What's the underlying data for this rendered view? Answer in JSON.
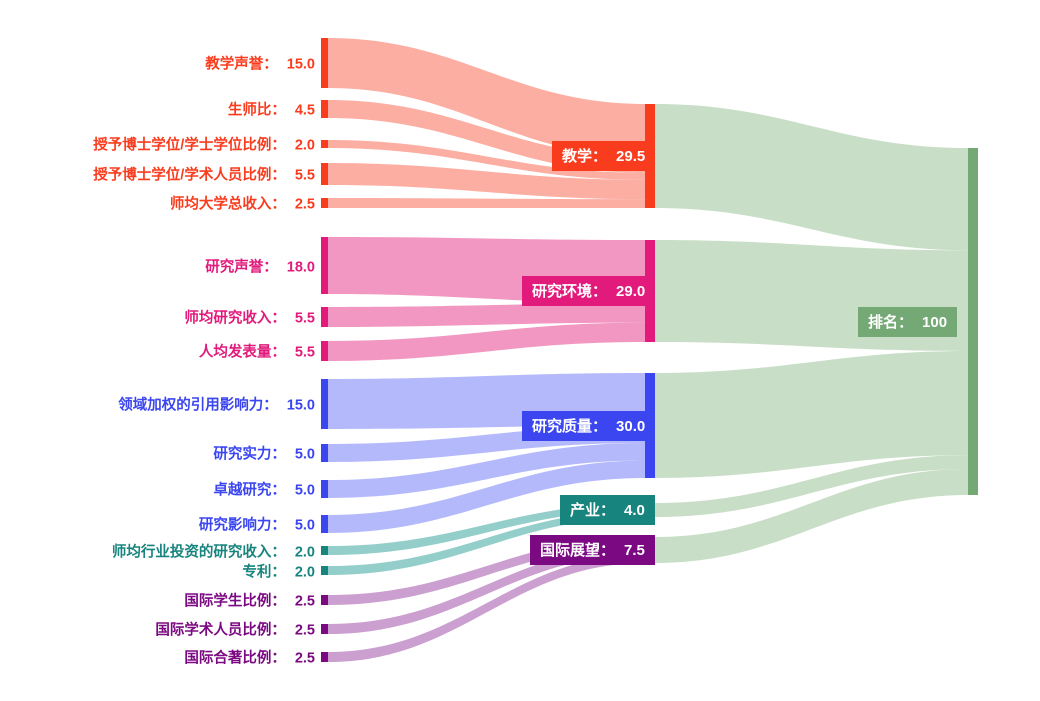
{
  "chart_data": {
    "type": "sankey",
    "title": "",
    "colors": {
      "teaching": "#fa3c1e",
      "teaching_link": "#fb9c8e",
      "research_env": "#e21a7b",
      "research_env_link": "#ef7fb4",
      "research_quality": "#3b46f0",
      "research_quality_link": "#a3a9fb",
      "industry": "#18847e",
      "industry_link": "#7cc3bf",
      "international": "#7b0a82",
      "international_link": "#c08ac4",
      "rank": "#74a874",
      "rank_link": "#c5dcc3"
    },
    "nodes": [
      {
        "id": "teach_rep",
        "label": "教学声誉",
        "value": "15.0",
        "group": "teaching"
      },
      {
        "id": "student_staff",
        "label": "生师比",
        "value": "4.5",
        "group": "teaching"
      },
      {
        "id": "doc_bach",
        "label": "授予博士学位/学士学位比例",
        "value": "2.0",
        "group": "teaching"
      },
      {
        "id": "doc_staff",
        "label": "授予博士学位/学术人员比例",
        "value": "5.5",
        "group": "teaching"
      },
      {
        "id": "inst_income",
        "label": "师均大学总收入",
        "value": "2.5",
        "group": "teaching"
      },
      {
        "id": "res_rep",
        "label": "研究声誉",
        "value": "18.0",
        "group": "research_env"
      },
      {
        "id": "res_income",
        "label": "师均研究收入",
        "value": "5.5",
        "group": "research_env"
      },
      {
        "id": "res_pub",
        "label": "人均发表量",
        "value": "5.5",
        "group": "research_env"
      },
      {
        "id": "fwci",
        "label": "领域加权的引用影响力",
        "value": "15.0",
        "group": "research_quality"
      },
      {
        "id": "res_strength",
        "label": "研究实力",
        "value": "5.0",
        "group": "research_quality"
      },
      {
        "id": "res_excel",
        "label": "卓越研究",
        "value": "5.0",
        "group": "research_quality"
      },
      {
        "id": "res_influence",
        "label": "研究影响力",
        "value": "5.0",
        "group": "research_quality"
      },
      {
        "id": "ind_income",
        "label": "师均行业投资的研究收入",
        "value": "2.0",
        "group": "industry"
      },
      {
        "id": "patents",
        "label": "专利",
        "value": "2.0",
        "group": "industry"
      },
      {
        "id": "intl_students",
        "label": "国际学生比例",
        "value": "2.5",
        "group": "international"
      },
      {
        "id": "intl_staff",
        "label": "国际学术人员比例",
        "value": "2.5",
        "group": "international"
      },
      {
        "id": "intl_coauth",
        "label": "国际合著比例",
        "value": "2.5",
        "group": "international"
      },
      {
        "id": "teaching",
        "label": "教学",
        "value": "29.5",
        "group": "teaching"
      },
      {
        "id": "research_env",
        "label": "研究环境",
        "value": "29.0",
        "group": "research_env"
      },
      {
        "id": "research_qual",
        "label": "研究质量",
        "value": "30.0",
        "group": "research_quality"
      },
      {
        "id": "industry_n",
        "label": "产业",
        "value": "4.0",
        "group": "industry"
      },
      {
        "id": "intl_outlook",
        "label": "国际展望",
        "value": "7.5",
        "group": "international"
      },
      {
        "id": "rank",
        "label": "排名",
        "value": "100",
        "group": "rank"
      }
    ],
    "links": [
      {
        "source": "teach_rep",
        "target": "teaching",
        "value": 15.0
      },
      {
        "source": "student_staff",
        "target": "teaching",
        "value": 4.5
      },
      {
        "source": "doc_bach",
        "target": "teaching",
        "value": 2.0
      },
      {
        "source": "doc_staff",
        "target": "teaching",
        "value": 5.5
      },
      {
        "source": "inst_income",
        "target": "teaching",
        "value": 2.5
      },
      {
        "source": "res_rep",
        "target": "research_env",
        "value": 18.0
      },
      {
        "source": "res_income",
        "target": "research_env",
        "value": 5.5
      },
      {
        "source": "res_pub",
        "target": "research_env",
        "value": 5.5
      },
      {
        "source": "fwci",
        "target": "research_qual",
        "value": 15.0
      },
      {
        "source": "res_strength",
        "target": "research_qual",
        "value": 5.0
      },
      {
        "source": "res_excel",
        "target": "research_qual",
        "value": 5.0
      },
      {
        "source": "res_influence",
        "target": "research_qual",
        "value": 5.0
      },
      {
        "source": "ind_income",
        "target": "industry_n",
        "value": 2.0
      },
      {
        "source": "patents",
        "target": "industry_n",
        "value": 2.0
      },
      {
        "source": "intl_students",
        "target": "intl_outlook",
        "value": 2.5
      },
      {
        "source": "intl_staff",
        "target": "intl_outlook",
        "value": 2.5
      },
      {
        "source": "intl_coauth",
        "target": "intl_outlook",
        "value": 2.5
      },
      {
        "source": "teaching",
        "target": "rank",
        "value": 29.5
      },
      {
        "source": "research_env",
        "target": "rank",
        "value": 29.0
      },
      {
        "source": "research_qual",
        "target": "rank",
        "value": 30.0
      },
      {
        "source": "industry_n",
        "target": "rank",
        "value": 4.0
      },
      {
        "source": "intl_outlook",
        "target": "rank",
        "value": 7.5
      }
    ]
  },
  "labels": {
    "separator": "："
  }
}
